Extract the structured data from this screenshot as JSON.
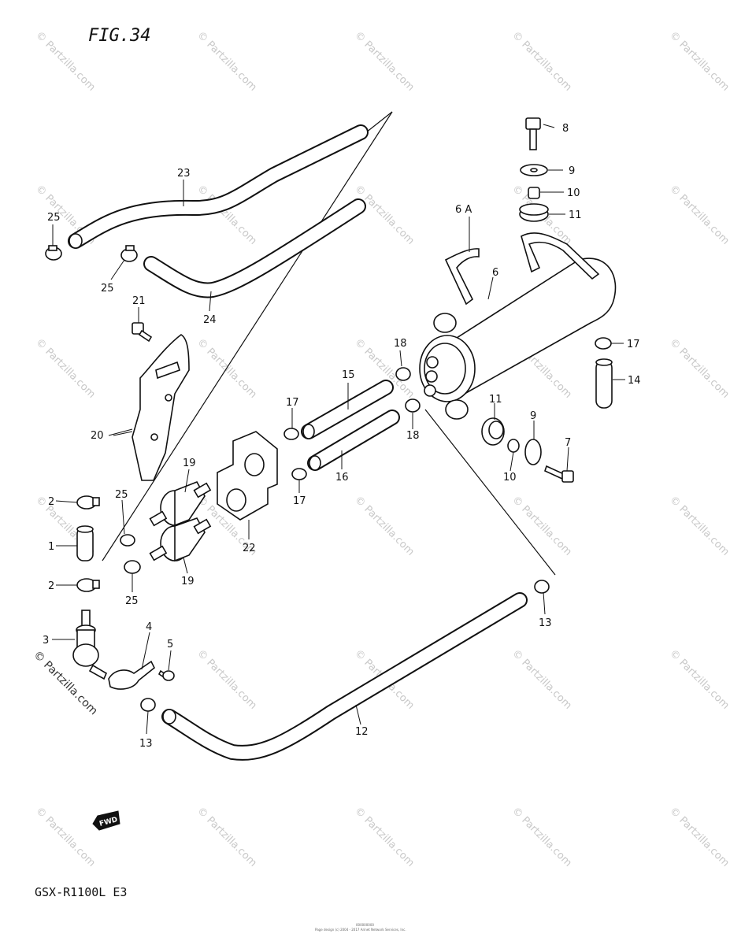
{
  "figure": {
    "title": "FIG.34",
    "model": "GSX-R1100L E3",
    "watermark": "© Partzilla.com",
    "side_watermark": "© Partzilla.com",
    "fwd_label": "FWD",
    "footer_lines": [
      "000000000",
      "Page design (c) 2004 - 2017 Arinet Network Services, Inc."
    ]
  },
  "callouts": {
    "c1": "1",
    "c2a": "2",
    "c2b": "2",
    "c3": "3",
    "c4": "4",
    "c5": "5",
    "c6": "6",
    "c6a": "6 A",
    "c7": "7",
    "c8": "8",
    "c9a": "9",
    "c9b": "9",
    "c10a": "10",
    "c10b": "10",
    "c11a": "11",
    "c11b": "11",
    "c12": "12",
    "c13a": "13",
    "c13b": "13",
    "c14": "14",
    "c15": "15",
    "c16": "16",
    "c17a": "17",
    "c17b": "17",
    "c17c": "17",
    "c18a": "18",
    "c18b": "18",
    "c19a": "19",
    "c19b": "19",
    "c20": "20",
    "c21": "21",
    "c22": "22",
    "c23": "23",
    "c24": "24",
    "c25a": "25",
    "c25b": "25",
    "c25c": "25",
    "c25d": "25"
  }
}
